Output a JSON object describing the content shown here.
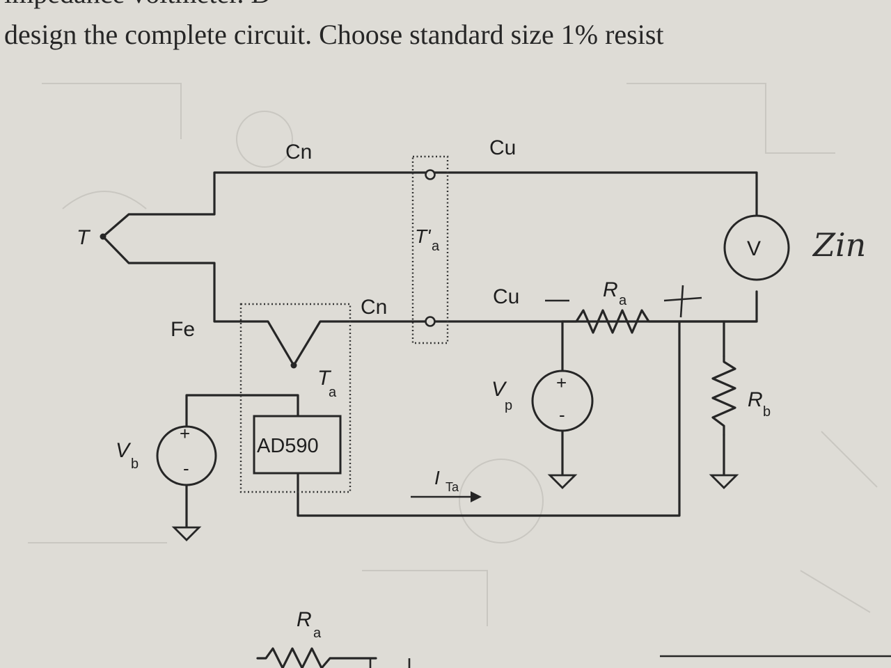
{
  "page": {
    "text_line_top": "impedance voltmeter. D",
    "text_line_2": "design the complete circuit.  Choose standard size 1% resist"
  },
  "colors": {
    "paper": "#dedcd6",
    "ink": "#262626",
    "bleed": "#c9c7c1"
  },
  "circuit": {
    "labels": {
      "cn_top": "Cn",
      "cu_top": "Cu",
      "t_main": "T",
      "ta_prime": "T'",
      "ta_prime_sub": "a",
      "fe": "Fe",
      "cn_mid": "Cn",
      "cu_mid": "Cu",
      "dash": "−",
      "ra": "R",
      "ra_sub": "a",
      "plus_hand": "+",
      "voltmeter": "V",
      "zin": "Zin",
      "ta": "T",
      "ta_sub": "a",
      "vp": "V",
      "vp_sub": "p",
      "vp_plus": "+",
      "vp_minus": "-",
      "rb": "R",
      "rb_sub": "b",
      "vb": "V",
      "vb_sub": "b",
      "vb_plus": "+",
      "vb_minus": "-",
      "ad590": "AD590",
      "ita": "I",
      "ita_sub": "Ta",
      "ra_bottom": "R",
      "ra_bottom_sub": "a"
    }
  }
}
